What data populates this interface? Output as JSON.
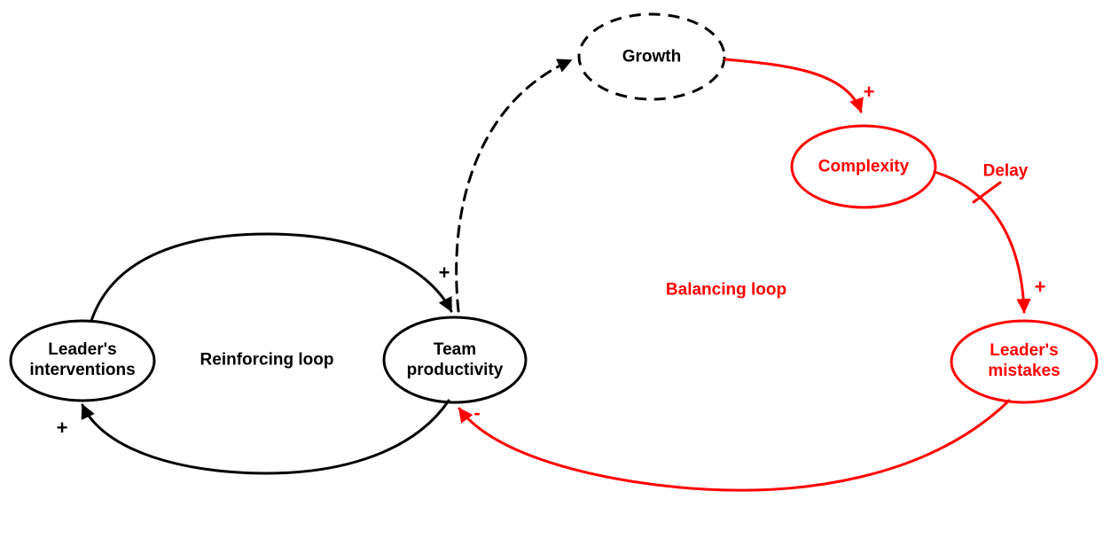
{
  "colors": {
    "black": "#000000",
    "red": "#ff0000",
    "background": "#ffffff"
  },
  "nodes": [
    {
      "id": "growth",
      "label": "Growth",
      "color": "black",
      "border": "dashed"
    },
    {
      "id": "complexity",
      "label": "Complexity",
      "color": "red",
      "border": "solid"
    },
    {
      "id": "leaders-mistakes",
      "label": "Leader's mistakes",
      "color": "red",
      "border": "solid"
    },
    {
      "id": "team-productivity",
      "label": "Team productivity",
      "color": "black",
      "border": "solid"
    },
    {
      "id": "leaders-interventions",
      "label": "Leader's interventions",
      "color": "black",
      "border": "solid"
    }
  ],
  "edges": [
    {
      "from": "leaders-interventions",
      "to": "team-productivity",
      "sign": "+",
      "color": "black",
      "style": "solid"
    },
    {
      "from": "team-productivity",
      "to": "leaders-interventions",
      "sign": "+",
      "color": "black",
      "style": "solid"
    },
    {
      "from": "team-productivity",
      "to": "growth",
      "sign": "",
      "color": "black",
      "style": "dashed"
    },
    {
      "from": "growth",
      "to": "complexity",
      "sign": "+",
      "color": "red",
      "style": "solid"
    },
    {
      "from": "complexity",
      "to": "leaders-mistakes",
      "sign": "+",
      "color": "red",
      "style": "solid",
      "delay_label": "Delay"
    },
    {
      "from": "leaders-mistakes",
      "to": "team-productivity",
      "sign": "-",
      "color": "red",
      "style": "solid"
    }
  ],
  "loops": [
    {
      "id": "reinforcing",
      "label": "Reinforcing loop",
      "color": "black"
    },
    {
      "id": "balancing",
      "label": "Balancing loop",
      "color": "red"
    }
  ]
}
